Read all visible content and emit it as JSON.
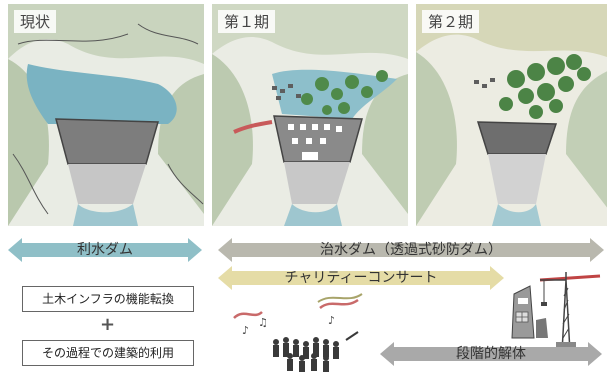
{
  "panels": [
    {
      "label": "現状"
    },
    {
      "label": "第１期"
    },
    {
      "label": "第２期"
    }
  ],
  "arrows": {
    "risui": "利水ダム",
    "chisui": "治水ダム（透過式砂防ダム）",
    "charity": "チャリティーコンサート",
    "kaitai": "段階的解体"
  },
  "boxes": {
    "top": "土木インフラの機能転換",
    "bottom": "その過程での建築的利用",
    "plus": "+"
  },
  "colors": {
    "risui": "#8fbfc7",
    "chisui": "#b9b8ae",
    "charity": "#e5dca6",
    "kaitai": "#a9a9a9",
    "water": "#7ab3c2",
    "hill": "#b8c9a8"
  }
}
